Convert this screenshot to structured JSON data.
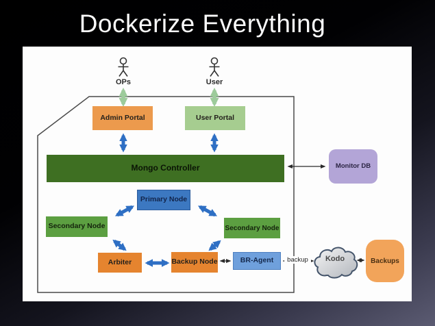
{
  "slide": {
    "title": "Dockerize Everything"
  },
  "diagram": {
    "actors": [
      {
        "label": "OPs"
      },
      {
        "label": "User"
      }
    ],
    "nodes": {
      "admin_portal": {
        "label": "Admin Portal"
      },
      "user_portal": {
        "label": "User Portal"
      },
      "mongo_controller": {
        "label": "Mongo Controller"
      },
      "monitor_db": {
        "label": "Monitor DB"
      },
      "primary_node": {
        "label": "Primary Node"
      },
      "secondary_node_left": {
        "label": "Secondary Node"
      },
      "secondary_node_right": {
        "label": "Secondary Node"
      },
      "arbiter": {
        "label": "Arbiter"
      },
      "backup_node": {
        "label": "Backup Node"
      },
      "br_agent": {
        "label": "BR-Agent"
      },
      "kodo_cloud": {
        "label": "Kodo"
      },
      "backups_store": {
        "label": "Backups"
      }
    },
    "edge_labels": {
      "br_agent_kodo": "backup"
    },
    "colors": {
      "orange": "#EC9A4D",
      "deep_orange": "#E5842F",
      "light_green": "#A6CD90",
      "mid_green": "#5C9F41",
      "dark_green": "#3E6F22",
      "blue": "#3C78C1",
      "light_blue": "#6FA0DC",
      "purple": "#B3A5D7",
      "backups_orange": "#F2A45A",
      "arrow_blue": "#2E6FC4",
      "arrow_green": "#9DCB9B",
      "arrow_black": "#2b2b2b",
      "cloud_gray": "#C9CDD2",
      "slide_bg_top": "#000000",
      "slide_bg_bottom": "#5B5B72"
    }
  }
}
